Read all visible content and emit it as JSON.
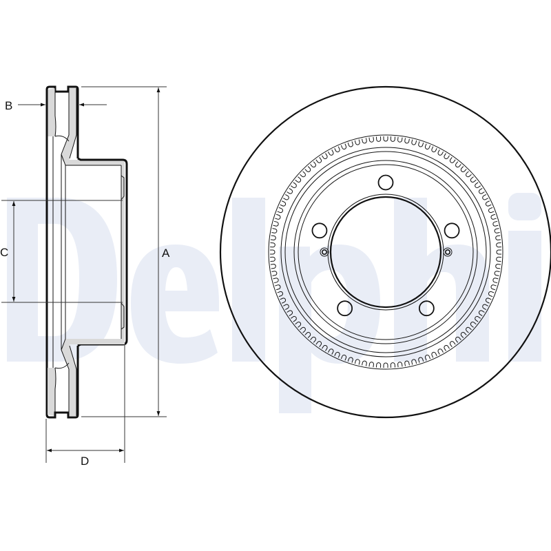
{
  "diagram": {
    "title": "Brake disc technical drawing",
    "watermark": {
      "text": "Delphi",
      "color": "#e9edf6"
    },
    "line_color": "#111111",
    "fill_color": "#d9d9d9",
    "dimension_labels": {
      "A": "A",
      "B": "B",
      "C": "C",
      "D": "D"
    },
    "views": [
      {
        "name": "side-profile",
        "description": "Ventilated disc cross-section"
      },
      {
        "name": "front-view",
        "description": "Disc face with 5 bolt holes, 2 locator holes, center bore and ABS tone ring"
      }
    ],
    "front_view": {
      "bolt_hole_count": 5,
      "locator_hole_count": 2,
      "tone_ring_teeth": 100
    }
  }
}
